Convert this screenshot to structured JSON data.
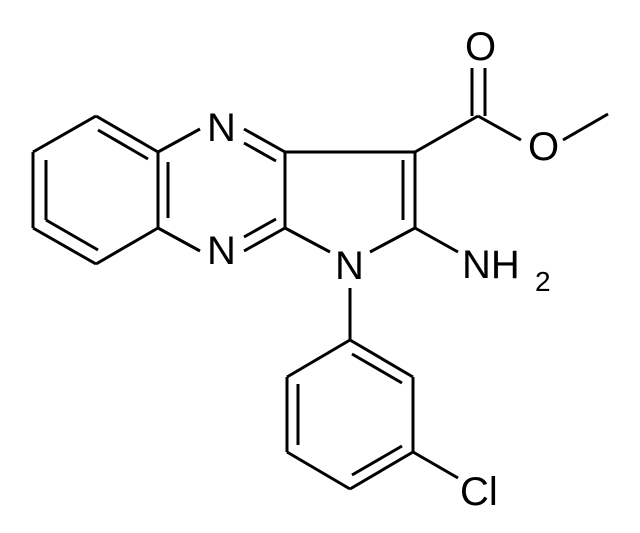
{
  "structure": {
    "atom_labels": {
      "n_top": "N",
      "n_bottom": "N",
      "n_pyrrole": "N",
      "o_carbonyl": "O",
      "o_ester": "O",
      "nh2_main": "NH",
      "nh2_sub": "2",
      "chlorine": "Cl"
    }
  }
}
